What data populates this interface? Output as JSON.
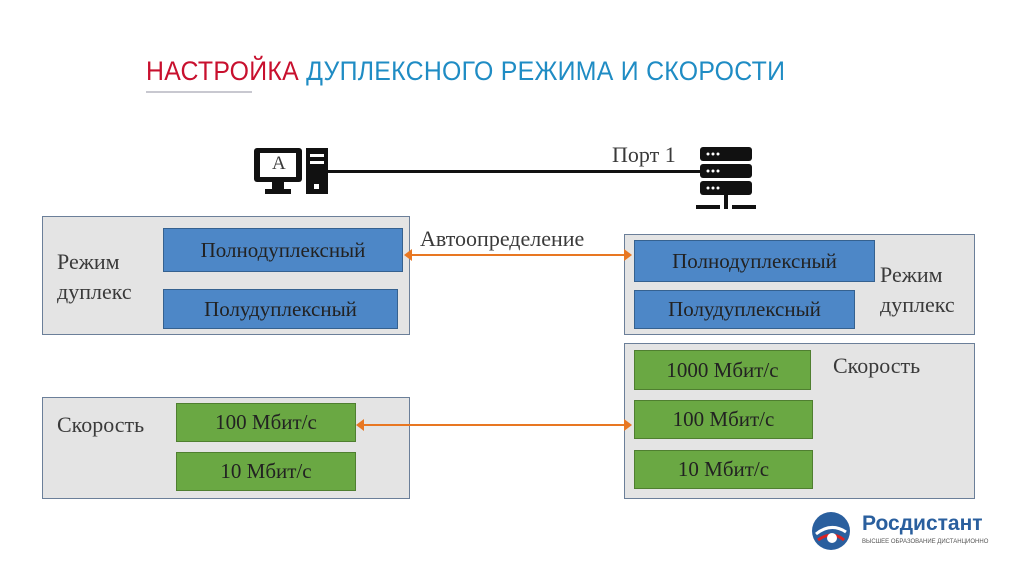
{
  "title": {
    "part1": "НАСТРОЙКА",
    "part2": "ДУПЛЕКСНОГО РЕЖИМА И СКОРОСТИ"
  },
  "pc_label": "A",
  "port_label": "Порт 1",
  "auto_label": "Автоопределение",
  "left": {
    "duplex_label": "Режим дуплекс",
    "full": "Полнодуплексный",
    "half": "Полудуплексный",
    "speed_label": "Скорость",
    "speeds": [
      "100 Мбит/с",
      "10 Мбит/с"
    ]
  },
  "right": {
    "duplex_label": "Режим дуплекс",
    "full": "Полнодуплексный",
    "half": "Полудуплексный",
    "speed_label": "Скорость",
    "speeds": [
      "1000 Мбит/с",
      "100 Мбит/с",
      "10 Мбит/с"
    ]
  },
  "logo": {
    "name": "Росдистант",
    "tagline": "ВЫСШЕЕ ОБРАЗОВАНИЕ ДИСТАНЦИОННО"
  },
  "colors": {
    "accent_red": "#c8102e",
    "accent_blue": "#1f8cc4",
    "duplex_button": "#4d87c7",
    "speed_button": "#6aa843",
    "arrow": "#e87722"
  }
}
